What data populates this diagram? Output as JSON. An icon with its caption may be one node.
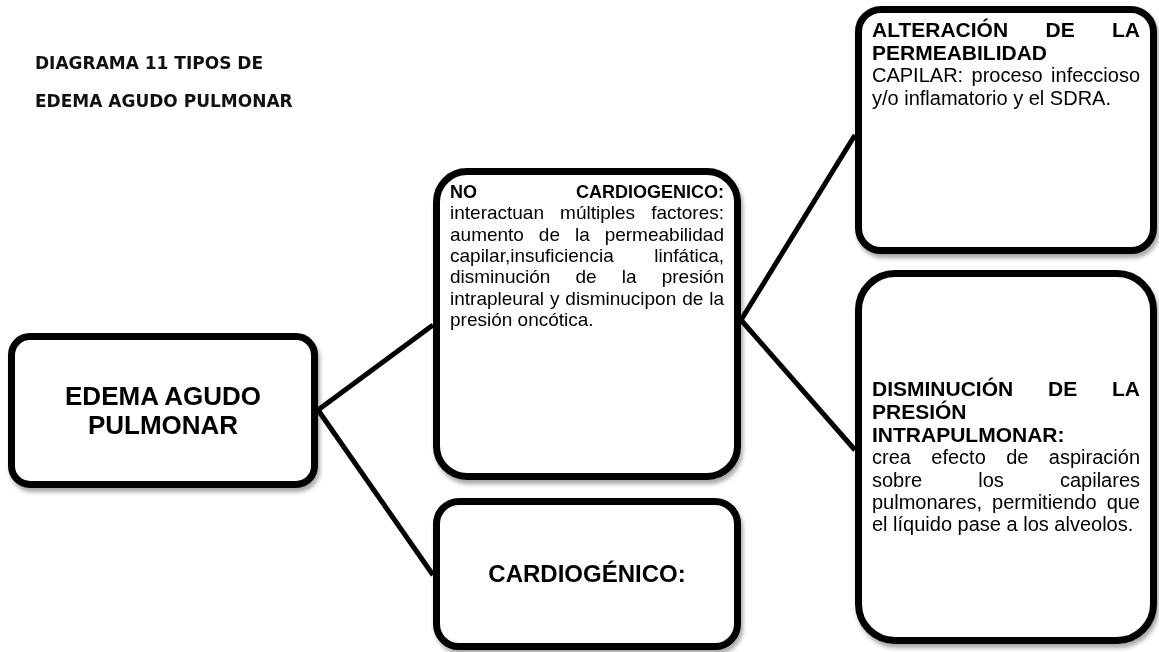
{
  "diagram": {
    "title": "DIAGRAMA 11 TIPOS DE EDEMA AGUDO PULMONAR",
    "nodes": [
      {
        "text": [
          "EDEMA AGUDO PULMONAR"
        ]
      },
      {
        "text": [
          "NO CARDIOGENICO:",
          "interactuan múltiples factores: aumento de la permeabilidad capilar,insuficiencia linfática, disminución de la presión intrapleural y disminucipon de la presión oncótica."
        ]
      },
      {
        "text": [
          "CARDIOGÉNICO:"
        ]
      },
      {
        "text": [
          "ALTERACIÓN DE LA PERMEABILIDAD",
          "CAPILAR: proceso infeccioso y/o inflamatorio y el SDRA."
        ]
      },
      {
        "text": [
          "DISMINUCIÓN DE LA PRESIÓN INTRAPULMONAR:",
          "crea efecto de aspiración sobre los capilares pulmonares, permitiendo que el líquido pase a los alveolos."
        ]
      }
    ],
    "edges": [
      {
        "from": 0,
        "to": 1,
        "arrow": "none"
      },
      {
        "from": 0,
        "to": 2,
        "arrow": "none"
      },
      {
        "from": 1,
        "to": 3,
        "arrow": "none"
      },
      {
        "from": 1,
        "to": 4,
        "arrow": "none"
      }
    ]
  }
}
